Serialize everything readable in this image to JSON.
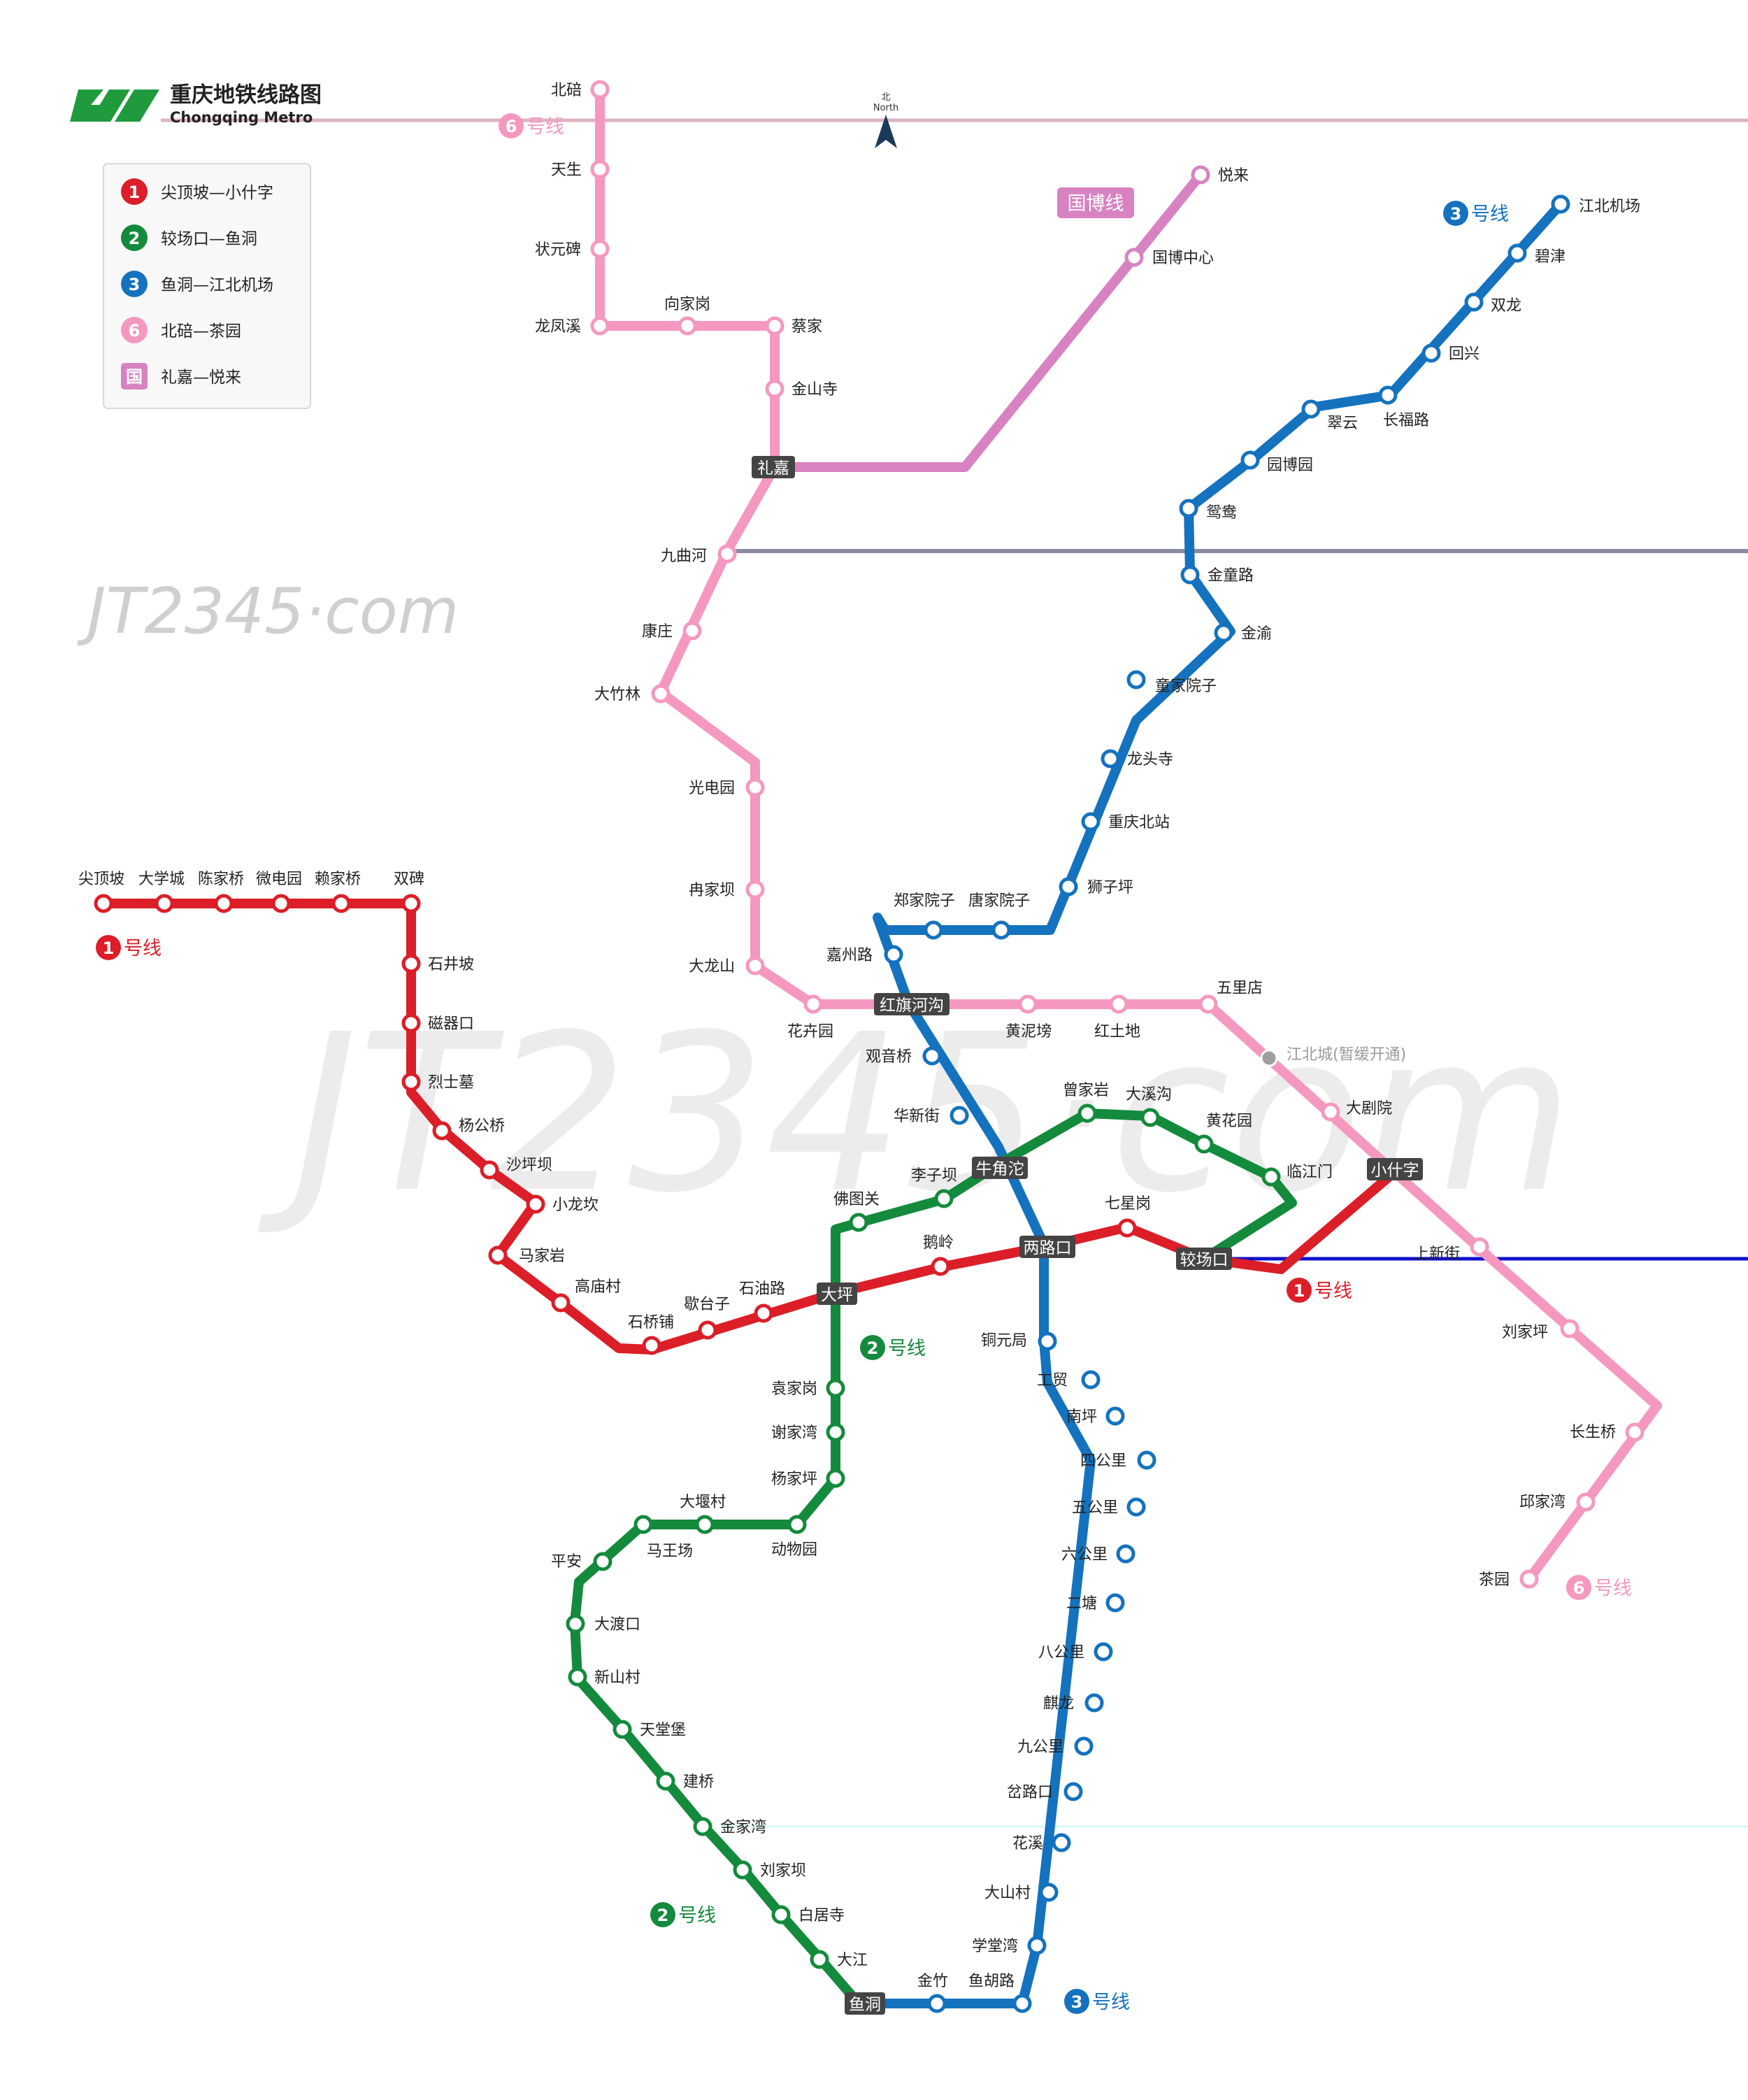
{
  "header": {
    "title": "重庆地铁线路图",
    "subtitle": "Chongqing Metro"
  },
  "compass": {
    "cn": "北",
    "en": "North"
  },
  "watermarks": {
    "small": "JT2345·com",
    "large": "JT2345·com"
  },
  "colors": {
    "line1": "#dc1e28",
    "line2": "#148a3c",
    "line3": "#1472be",
    "line6": "#f598bf",
    "guobo": "#d882c2"
  },
  "legend": [
    {
      "badge": "1",
      "color": "#dc1e28",
      "text": "尖顶坡—小什字"
    },
    {
      "badge": "2",
      "color": "#148a3c",
      "text": "较场口—鱼洞"
    },
    {
      "badge": "3",
      "color": "#1472be",
      "text": "鱼洞—江北机场"
    },
    {
      "badge": "6",
      "color": "#f598bf",
      "text": "北碚—茶园"
    },
    {
      "badge": "国",
      "color": "#d882c2",
      "text": "礼嘉—悦来"
    }
  ],
  "tags": {
    "line1_w": {
      "num": "1",
      "text": "号线"
    },
    "line1_e": {
      "num": "1",
      "text": "号线"
    },
    "line2_c": {
      "num": "2",
      "text": "号线"
    },
    "line2_s": {
      "num": "2",
      "text": "号线"
    },
    "line3_ne": {
      "num": "3",
      "text": "号线"
    },
    "line3_s": {
      "num": "3",
      "text": "号线"
    },
    "line6_n": {
      "num": "6",
      "text": "号线"
    },
    "line6_s": {
      "num": "6",
      "text": "号线"
    },
    "guobo": {
      "text": "国博线"
    }
  },
  "transfers": {
    "lijia": "礼嘉",
    "hongqihegou": "红旗河沟",
    "niujiaotuo": "牛角沱",
    "lianglukou": "两路口",
    "daping": "大坪",
    "jiaochangkou": "较场口",
    "xiaoshizi": "小什字",
    "yudong": "鱼洞"
  },
  "stations": {
    "line1": [
      "尖顶坡",
      "大学城",
      "陈家桥",
      "微电园",
      "赖家桥",
      "双碑",
      "石井坡",
      "磁器口",
      "烈士墓",
      "杨公桥",
      "沙坪坝",
      "小龙坎",
      "马家岩",
      "高庙村",
      "石桥铺",
      "歇台子",
      "石油路",
      "鹅岭",
      "七星岗"
    ],
    "line2": [
      "佛图关",
      "李子坝",
      "曾家岩",
      "大溪沟",
      "黄花园",
      "临江门",
      "袁家岗",
      "谢家湾",
      "杨家坪",
      "动物园",
      "大堰村",
      "马王场",
      "平安",
      "大渡口",
      "新山村",
      "天堂堡",
      "建桥",
      "金家湾",
      "刘家坝",
      "白居寺",
      "大江"
    ],
    "line3": [
      "金竹",
      "鱼胡路",
      "学堂湾",
      "大山村",
      "花溪",
      "岔路口",
      "九公里",
      "麒龙",
      "八公里",
      "二塘",
      "六公里",
      "五公里",
      "四公里",
      "南坪",
      "工贸",
      "铜元局",
      "观音桥",
      "华新街",
      "嘉州路",
      "郑家院子",
      "唐家院子",
      "狮子坪",
      "重庆北站",
      "龙头寺",
      "童家院子",
      "金渝",
      "金童路",
      "鸳鸯",
      "园博园",
      "翠云",
      "长福路",
      "回兴",
      "双龙",
      "碧津",
      "江北机场"
    ],
    "line6": [
      "北碚",
      "天生",
      "状元碑",
      "龙凤溪",
      "向家岗",
      "蔡家",
      "金山寺",
      "九曲河",
      "康庄",
      "大竹林",
      "光电园",
      "冉家坝",
      "大龙山",
      "花卉园",
      "黄泥塝",
      "红土地",
      "五里店",
      "江北城(暂缓开通)",
      "大剧院",
      "上新街",
      "刘家坪",
      "长生桥",
      "邱家湾",
      "茶园"
    ],
    "guobo": [
      "国博中心",
      "悦来"
    ]
  }
}
